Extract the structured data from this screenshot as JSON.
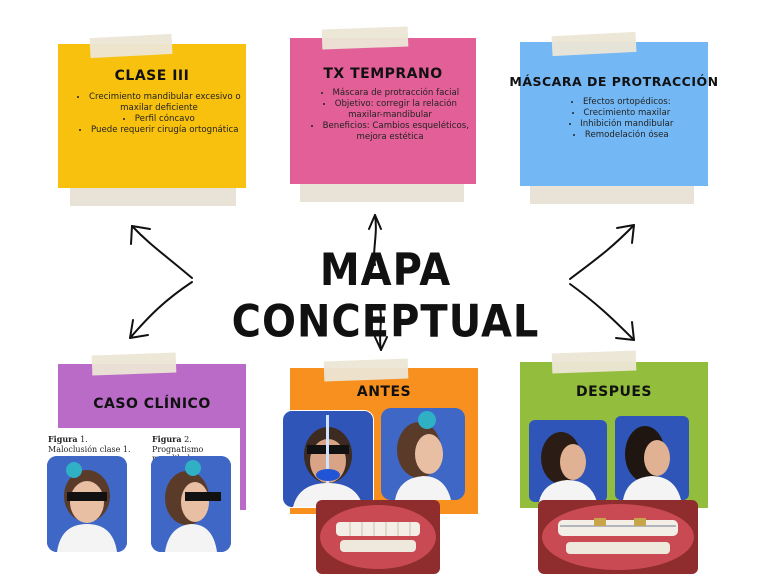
{
  "title": "MAPA CONCEPTUAL",
  "cards": {
    "clase": {
      "title": "CLASE III",
      "items": [
        "Crecimiento mandibular excesivo o maxilar deficiente",
        "Perfil cóncavo",
        "Puede requerir cirugía ortognática"
      ],
      "color": "#f7c10e"
    },
    "tx": {
      "title": "TX TEMPRANO",
      "items": [
        "Máscara de protracción facial",
        "Objetivo: corregir la relación maxilar-mandibular",
        "Beneficios: Cambios esqueléticos, mejora estética"
      ],
      "color": "#e35f98"
    },
    "mascara": {
      "title": "MÁSCARA DE PROTRACCIÓN",
      "items": [
        "Efectos ortopédicos:",
        "Crecimiento maxilar",
        "Inhibición mandibular",
        "Remodelación ósea"
      ],
      "color": "#73b8f5"
    },
    "caso": {
      "title": "CASO CLÍNICO",
      "color": "#b96bc7"
    },
    "antes": {
      "title": "ANTES",
      "color": "#f7901e"
    },
    "despues": {
      "title": "DESPUES",
      "color": "#93bd3c"
    }
  },
  "captions": {
    "fig1_label": "Figura",
    "fig1_num": "1.",
    "fig1_text": "Maloclusión clase 1.",
    "fig2_label": "Figura",
    "fig2_num": "2.",
    "fig2_text": "Prognatismo mandibular."
  }
}
